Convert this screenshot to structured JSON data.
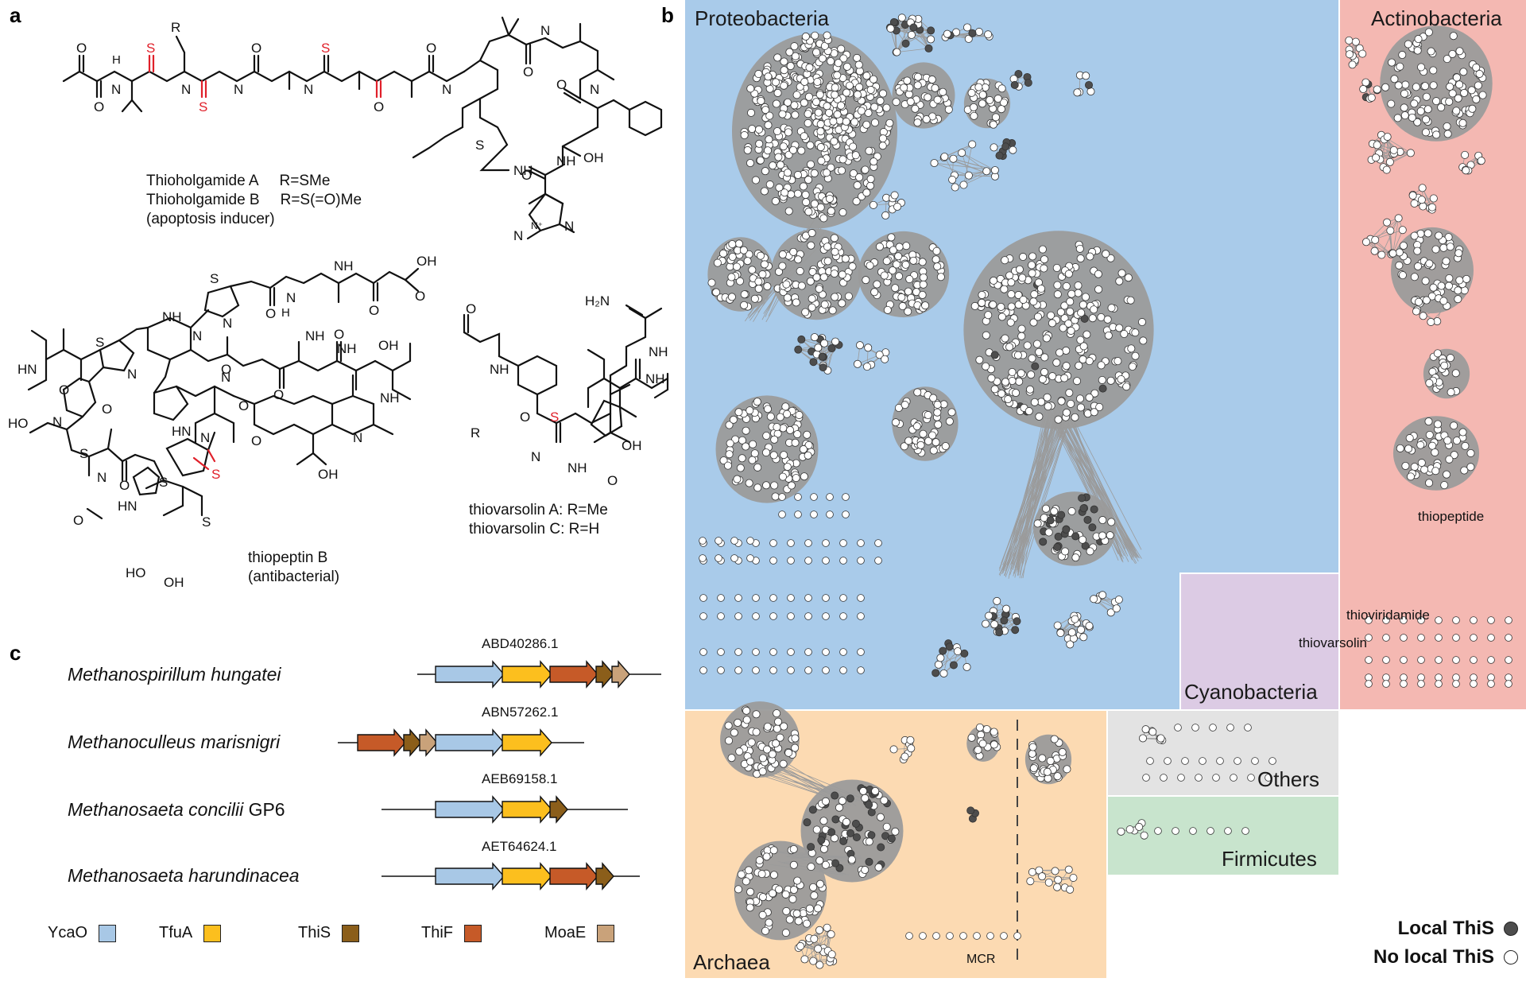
{
  "panels": {
    "a": "a",
    "b": "b",
    "c": "c"
  },
  "chemistry": {
    "atoms": {
      "O": "O",
      "N": "N",
      "H": "H",
      "S": "S",
      "R": "R",
      "NH": "NH",
      "HN": "HN",
      "OH": "OH",
      "HO": "HO",
      "H2N": "H₂N",
      "N_plus": "N⁺"
    },
    "thioholgamide": {
      "names": [
        "Thioholgamide A",
        "Thioholgamide B"
      ],
      "r_groups": [
        "R=SMe",
        "R=S(=O)Me"
      ],
      "activity": "(apoptosis inducer)"
    },
    "thiopeptin": {
      "name": "thiopeptin B",
      "activity": "(antibacterial)"
    },
    "thiovarsolin": {
      "lines": [
        "thiovarsolin A: R=Me",
        "thiovarsolin C: R=H"
      ]
    }
  },
  "gene_clusters": [
    {
      "species": "Methanospirillum hungatei",
      "strain": "",
      "accession": "ABD40286.1",
      "genes": [
        "YcaO",
        "TfuA",
        "ThiF",
        "ThiS",
        "MoaE"
      ]
    },
    {
      "species": "Methanoculleus marisnigri",
      "strain": "",
      "accession": "ABN57262.1",
      "genes": [
        "ThiF",
        "ThiS",
        "MoaE",
        "YcaO",
        "TfuA"
      ]
    },
    {
      "species": "Methanosaeta concilii",
      "strain": "GP6",
      "accession": "AEB69158.1",
      "genes": [
        "YcaO",
        "TfuA",
        "ThiS"
      ]
    },
    {
      "species": "Methanosaeta harundinacea",
      "strain": "",
      "accession": "AET64624.1",
      "genes": [
        "YcaO",
        "TfuA",
        "ThiF",
        "ThiS"
      ]
    }
  ],
  "gene_legend": [
    {
      "label": "YcaO",
      "color": "#a8c8e6"
    },
    {
      "label": "TfuA",
      "color": "#fcbf1e"
    },
    {
      "label": "ThiS",
      "color": "#8b5e1a"
    },
    {
      "label": "ThiF",
      "color": "#c65a28"
    },
    {
      "label": "MoaE",
      "color": "#c9a27a"
    }
  ],
  "regions": [
    {
      "label": "Proteobacteria",
      "color": "#a9cbea"
    },
    {
      "label": "Actinobacteria",
      "color": "#f4b8b2"
    },
    {
      "label": "Cyanobacteria",
      "color": "#dccbe4"
    },
    {
      "label": "Archaea",
      "color": "#fcdab2"
    },
    {
      "label": "Others",
      "color": "#e3e3e3"
    },
    {
      "label": "Firmicutes",
      "color": "#c8e4cd"
    }
  ],
  "network_annotations": {
    "thiopeptide": "thiopeptide",
    "thioviridamide": "thioviridamide",
    "thiovarsolin": "thiovarsolin",
    "mcr": "MCR"
  },
  "node_legend": [
    {
      "label": "Local ThiS",
      "color": "#4d4d4d"
    },
    {
      "label": "No local ThiS",
      "color": "#ffffff"
    }
  ],
  "colors": {
    "edge": "#9b9b9b",
    "thio_sulfur": "#e0202a",
    "bond": "#111111"
  }
}
